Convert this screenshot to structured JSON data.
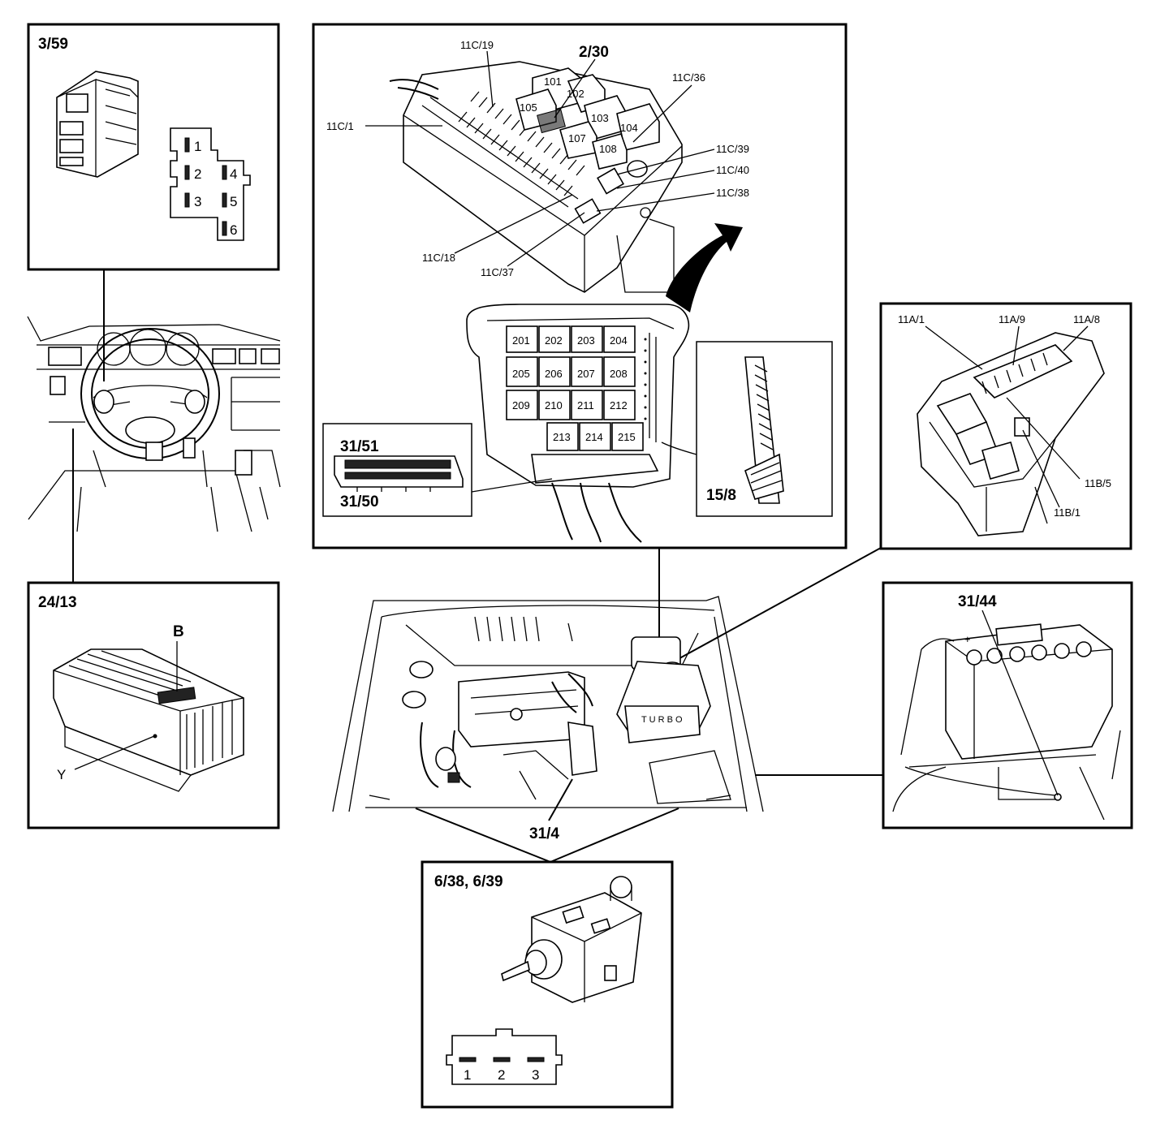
{
  "panels": {
    "switch": {
      "label": "3/59",
      "pins": [
        "1",
        "2",
        "3",
        "4",
        "5",
        "6"
      ]
    },
    "control_module": {
      "label": "24/13",
      "callout_b": "B",
      "callout_y": "Y"
    },
    "fuse_box": {
      "top_label": "2/30",
      "callouts": [
        "11C/19",
        "11C/36",
        "11C/1",
        "11C/39",
        "11C/40",
        "11C/38",
        "11C/18",
        "11C/37"
      ],
      "relays_top": [
        "101",
        "102",
        "103",
        "104",
        "105",
        "107",
        "108"
      ],
      "relays_lower": [
        "201",
        "202",
        "203",
        "204",
        "205",
        "206",
        "207",
        "208",
        "209",
        "210",
        "211",
        "212",
        "213",
        "214",
        "215"
      ],
      "connector_a": "31/51",
      "connector_b": "31/50",
      "connector_c": "15/8"
    },
    "relay_box": {
      "callouts": [
        "11A/1",
        "11A/9",
        "11A/8",
        "11B/5",
        "11B/1"
      ]
    },
    "battery": {
      "label": "31/44"
    },
    "engine": {
      "label": "31/4"
    },
    "motor": {
      "label": "6/38, 6/39",
      "pins": [
        "1",
        "2",
        "3"
      ]
    }
  }
}
